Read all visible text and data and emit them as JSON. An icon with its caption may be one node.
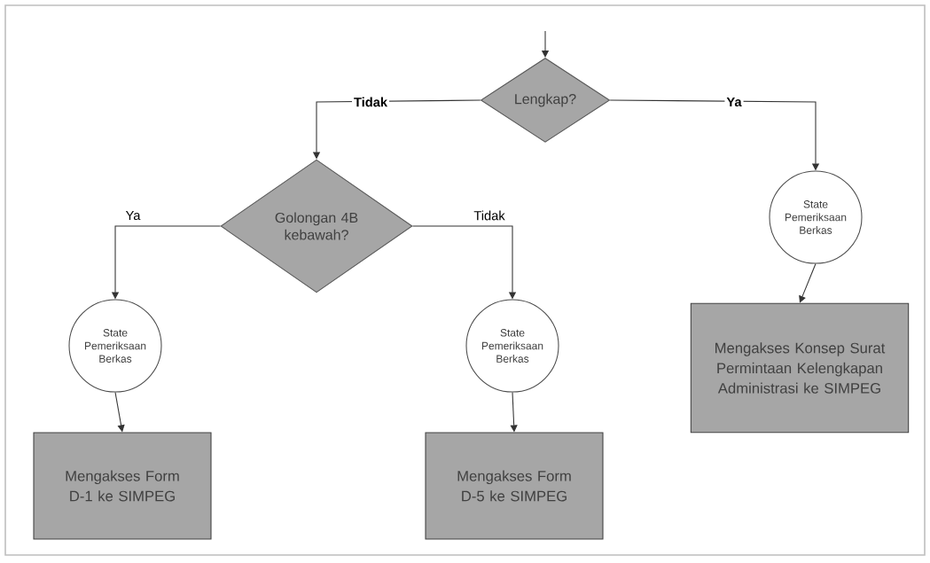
{
  "diagram": {
    "nodes": [
      {
        "text": [
          "Lengkap?"
        ]
      },
      {
        "text": [
          "Golongan 4B kebawah?"
        ]
      },
      {
        "text": [
          "State Pemeriksaan Berkas"
        ]
      },
      {
        "text": [
          "Mengakses Konsep Surat Permintaan Kelengkapan Administrasi ke SIMPEG"
        ]
      },
      {
        "text": [
          "State Pemeriksaan Berkas"
        ]
      },
      {
        "text": [
          "State Pemeriksaan Berkas"
        ]
      },
      {
        "text": [
          "Mengakses Form D-1 ke SIMPEG"
        ]
      },
      {
        "text": [
          "Mengakses Form D-5 ke SIMPEG"
        ]
      }
    ],
    "edges": [
      {
        "from": null,
        "to": 0,
        "arrow": "to"
      },
      {
        "from": 0,
        "to": 1,
        "arrow": "to",
        "label": "Tidak"
      },
      {
        "from": 0,
        "to": 2,
        "arrow": "to",
        "label": "Ya"
      },
      {
        "from": 1,
        "to": 4,
        "arrow": "to",
        "label": "Ya"
      },
      {
        "from": 1,
        "to": 5,
        "arrow": "to",
        "label": "Tidak"
      },
      {
        "from": 2,
        "to": 3,
        "arrow": "to"
      },
      {
        "from": 4,
        "to": 6,
        "arrow": "to"
      },
      {
        "from": 5,
        "to": 7,
        "arrow": "to"
      }
    ]
  }
}
